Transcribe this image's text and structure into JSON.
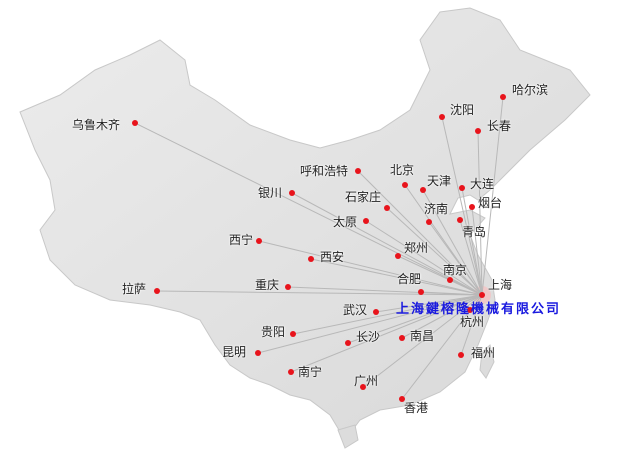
{
  "map": {
    "hub": "上海",
    "company_label": "上海鍵榕隆機械有限公司",
    "colors": {
      "dot": "#e8141c",
      "line": "#b8b8b8",
      "land": "#e2e2e2",
      "company": "#1a1adf"
    },
    "cities": [
      "乌鲁木齐",
      "哈尔滨",
      "沈阳",
      "长春",
      "呼和浩特",
      "北京",
      "天津",
      "大连",
      "银川",
      "石家庄",
      "烟台",
      "太原",
      "济南",
      "青岛",
      "西宁",
      "郑州",
      "西安",
      "南京",
      "拉萨",
      "重庆",
      "合肥",
      "上海",
      "杭州",
      "武汉",
      "贵阳",
      "长沙",
      "南昌",
      "昆明",
      "福州",
      "南宁",
      "广州",
      "香港"
    ]
  }
}
